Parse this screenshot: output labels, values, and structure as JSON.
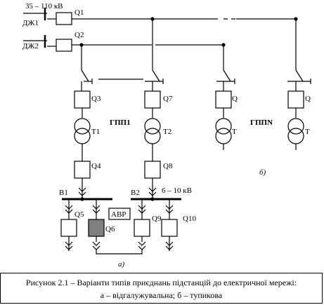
{
  "labels": {
    "voltage_top": "35 – 110 кВ",
    "dzh1": "ДЖ1",
    "dzh2": "ДЖ2",
    "q1": "Q1",
    "q2": "Q2",
    "q3": "Q3",
    "q4": "Q4",
    "q5": "Q5",
    "q6": "Q6",
    "q7": "Q7",
    "q8": "Q8",
    "q9": "Q9",
    "q10": "Q10",
    "q_n1": "Q",
    "q_n2": "Q",
    "t1": "T1",
    "t2": "T2",
    "t_n1": "T",
    "t_n2": "T",
    "gpp1": "ГПП1",
    "gppn": "ГППN",
    "b1": "В1",
    "b2": "В2",
    "voltage_low": "6 – 10 кВ",
    "avr": "АВР",
    "sub_a": "а)",
    "sub_b": "б)"
  },
  "caption": {
    "line1": "Рисунок 2.1 – Варіанти типів приєднань підстанцій до електричної мережі:",
    "line2": "а – відгалужувальна; б – тупикова"
  },
  "colors": {
    "line": "#000000",
    "breaker_q6_fill": "#808080"
  }
}
